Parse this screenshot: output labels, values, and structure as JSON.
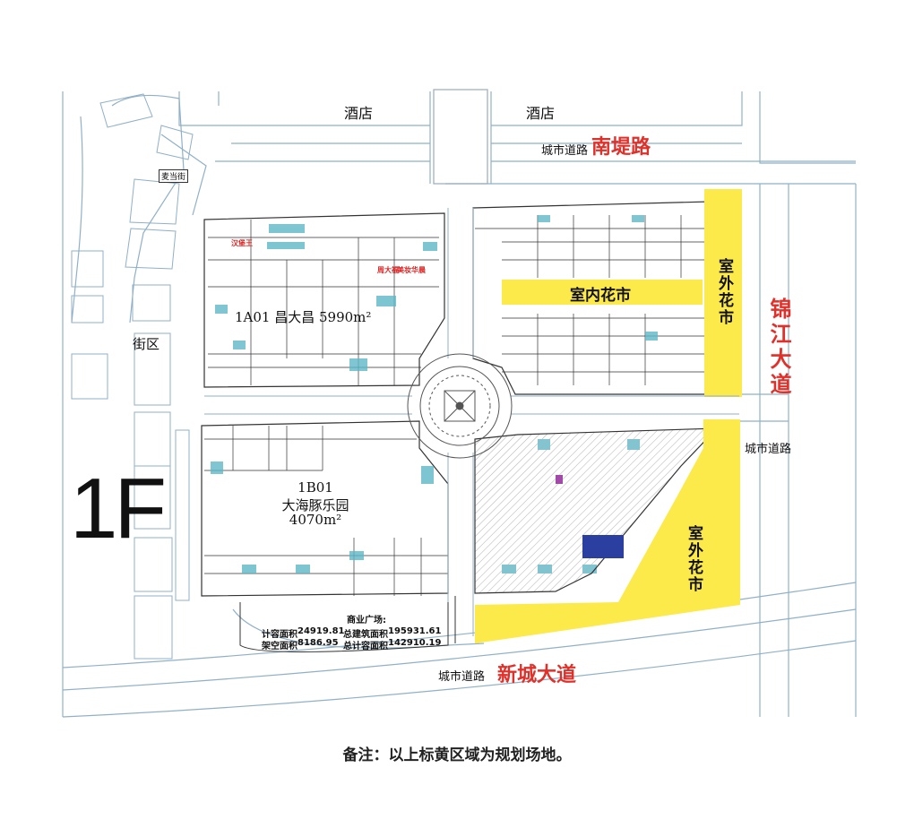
{
  "floor_label": "1F",
  "roads": {
    "top_hotel_left": "酒店",
    "top_hotel_right": "酒店",
    "top_road_prefix": "城市道路",
    "top_road_name": "南堤路",
    "right_road_name": "锦江大道",
    "right_road_prefix": "城市道路",
    "bottom_road_prefix": "城市道路",
    "bottom_road_name": "新城大道",
    "district": "街区",
    "small_street": "麦当街"
  },
  "zones": {
    "outdoor_flower_top": "室外花市",
    "outdoor_flower_bottom": "室外花市",
    "indoor_flower": "室内花市"
  },
  "anchors": {
    "a01": "1A01 昌大昌  5990m²",
    "b01_code": "1B01",
    "b01_name": "大海豚乐园",
    "b01_area": "4070m²"
  },
  "shops": {
    "hanbao": "汉堡王",
    "shop2": "周大福",
    "shop3": "美妆华晨"
  },
  "stats": {
    "left": [
      {
        "label": "计容面积",
        "value": "24919.81"
      },
      {
        "label": "架空面积",
        "value": "8186.95"
      }
    ],
    "title": "商业广场:",
    "right": [
      {
        "label": "总建筑面积",
        "value": "195931.61"
      },
      {
        "label": "总计容面积",
        "value": "142910.19"
      }
    ]
  },
  "note": "备注：以上标黄区域为规划场地。",
  "colors": {
    "highlight": "#fce94a",
    "road_text": "#e0302a",
    "line": "#8fb0c8",
    "dark_line": "#333333",
    "hatch": "#bbbbbb",
    "blue_block": "#2b3fa0",
    "purple": "#a24aa8"
  }
}
